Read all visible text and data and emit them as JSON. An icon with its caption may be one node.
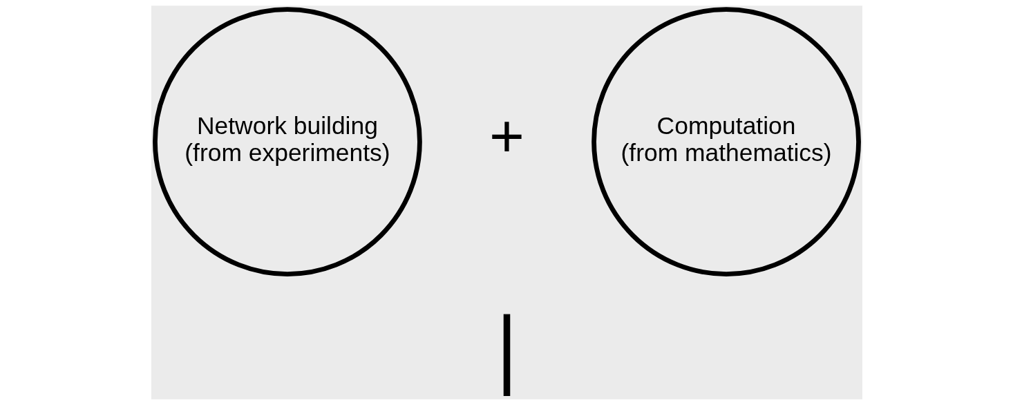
{
  "diagram": {
    "nodes": [
      {
        "text": [
          "Network building (from experiments)"
        ]
      },
      {
        "text": [
          "Computation (from mathematics)"
        ]
      },
      {
        "text": [],
        "shape": "bar"
      }
    ],
    "edges": [],
    "labels": [
      "+"
    ]
  }
}
